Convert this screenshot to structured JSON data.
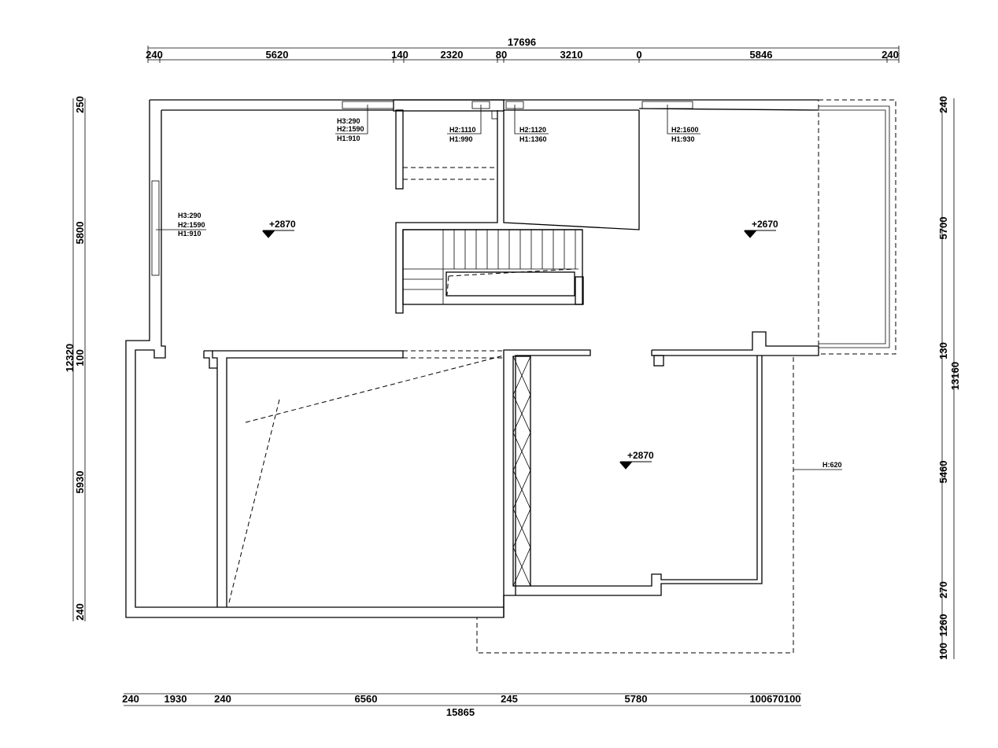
{
  "dimensions": {
    "top_total": "17696",
    "top": [
      "240",
      "5620",
      "140",
      "2320",
      "80",
      "3210",
      "0",
      "5846",
      "240"
    ],
    "bottom_total": "15865",
    "bottom": [
      "240",
      "1930",
      "240",
      "6560",
      "245",
      "5780",
      "100670100"
    ],
    "left_total": "12320",
    "left": [
      "250",
      "5800",
      "100",
      "5930",
      "240"
    ],
    "right_total": "13160",
    "right": [
      "240",
      "5700",
      "130",
      "5460",
      "270",
      "1260",
      "100"
    ]
  },
  "levels": [
    "+2870",
    "+2670",
    "+2870"
  ],
  "windows": [
    {
      "h3": "H3:290",
      "h2": "H2:1590",
      "h1": "H1:910"
    },
    {
      "h3": "H3:290",
      "h2": "H2:1590",
      "h1": "H1:910"
    },
    {
      "h2": "H2:1110",
      "h1": "H1:990"
    },
    {
      "h2": "H2:1120",
      "h1": "H1:1360"
    },
    {
      "h2": "H2:1600",
      "h1": "H1:930"
    }
  ],
  "railing_height": "H:620"
}
